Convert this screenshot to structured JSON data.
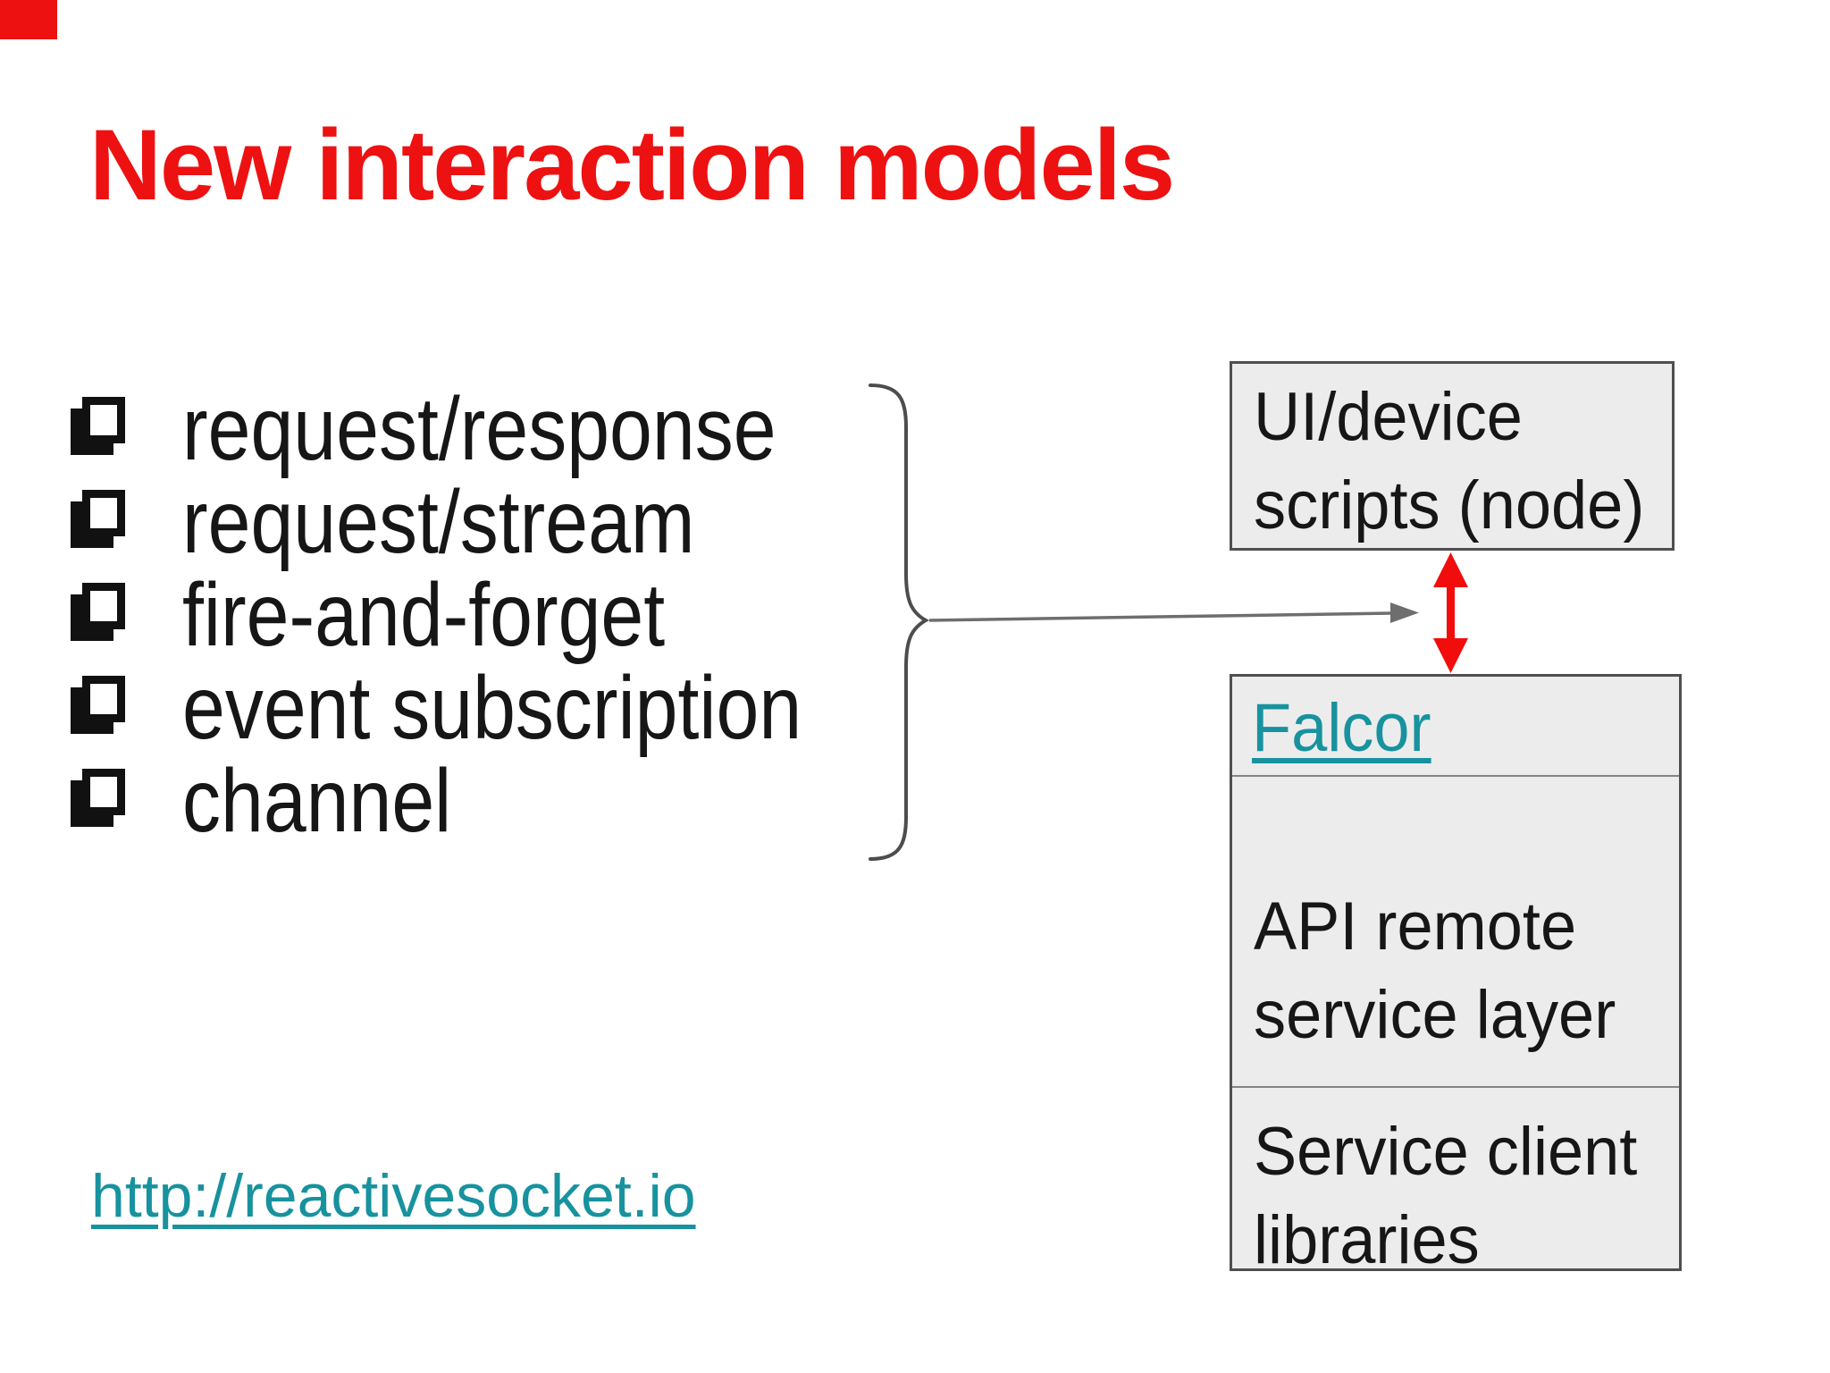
{
  "slide": {
    "title": "New interaction models"
  },
  "list": {
    "bullet_icon": "shadowed-checkbox-square",
    "items": [
      "request/response",
      "request/stream",
      "fire-and-forget",
      "event subscription",
      "channel"
    ]
  },
  "diagram": {
    "ui_box": {
      "line1": "UI/device",
      "line2": "scripts (node)"
    },
    "falcor_box": {
      "falcor_link": "Falcor",
      "api_section": {
        "line1": "API remote",
        "line2": "service layer"
      },
      "service_section": {
        "line1": "Service client",
        "line2": "libraries"
      }
    }
  },
  "footer_link": {
    "text": "http://reactivesocket.io"
  },
  "colors": {
    "title_red": "#ee1111",
    "arrow_red": "#f20d0d",
    "link_teal": "#17929e",
    "box_fill": "#ececec",
    "box_border": "#4f4f4f",
    "divider_gray": "#848484",
    "connector_gray": "#6e6e6e",
    "bullet_black": "#111111"
  }
}
